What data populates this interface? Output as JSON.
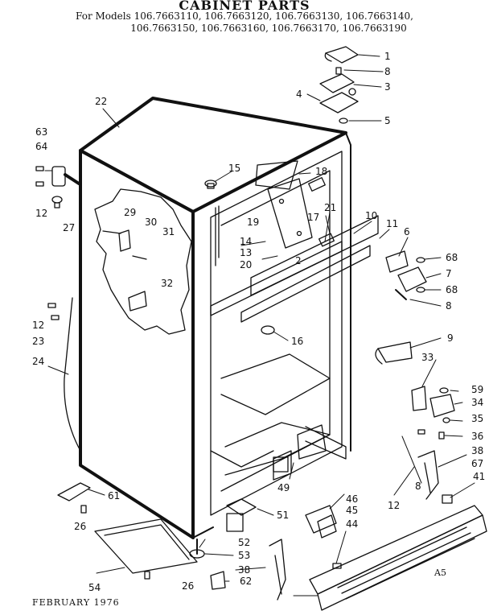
{
  "header": {
    "title": "CABINET PARTS",
    "models_line1": "For Models 106.7663110, 106.7663120, 106.7663130, 106.7663140,",
    "models_line2": "106.7663150, 106.7663160, 106.7663170, 106.7663190"
  },
  "footer": {
    "date": "FEBRUARY 1976",
    "art_code": "A5"
  },
  "callouts": [
    "1",
    "8",
    "3",
    "4",
    "5",
    "22",
    "63",
    "64",
    "15",
    "18",
    "12",
    "27",
    "29",
    "30",
    "31",
    "19",
    "14",
    "13",
    "17",
    "21",
    "10",
    "11",
    "6",
    "20",
    "2",
    "68",
    "7",
    "68",
    "8",
    "32",
    "12",
    "23",
    "16",
    "9",
    "24",
    "33",
    "59",
    "34",
    "35",
    "36",
    "8",
    "38",
    "67",
    "41",
    "46",
    "45",
    "12",
    "44",
    "49",
    "61",
    "51",
    "26",
    "52",
    "53",
    "54",
    "26",
    "38",
    "62"
  ]
}
